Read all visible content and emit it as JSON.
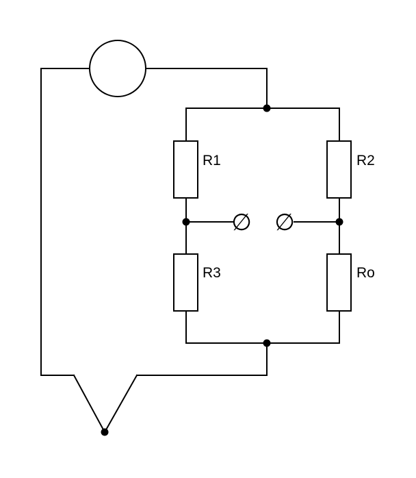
{
  "resistors": {
    "r1": "R1",
    "r2": "R2",
    "r3": "R3",
    "ro": "Ro"
  },
  "terminal_symbol": "∅"
}
